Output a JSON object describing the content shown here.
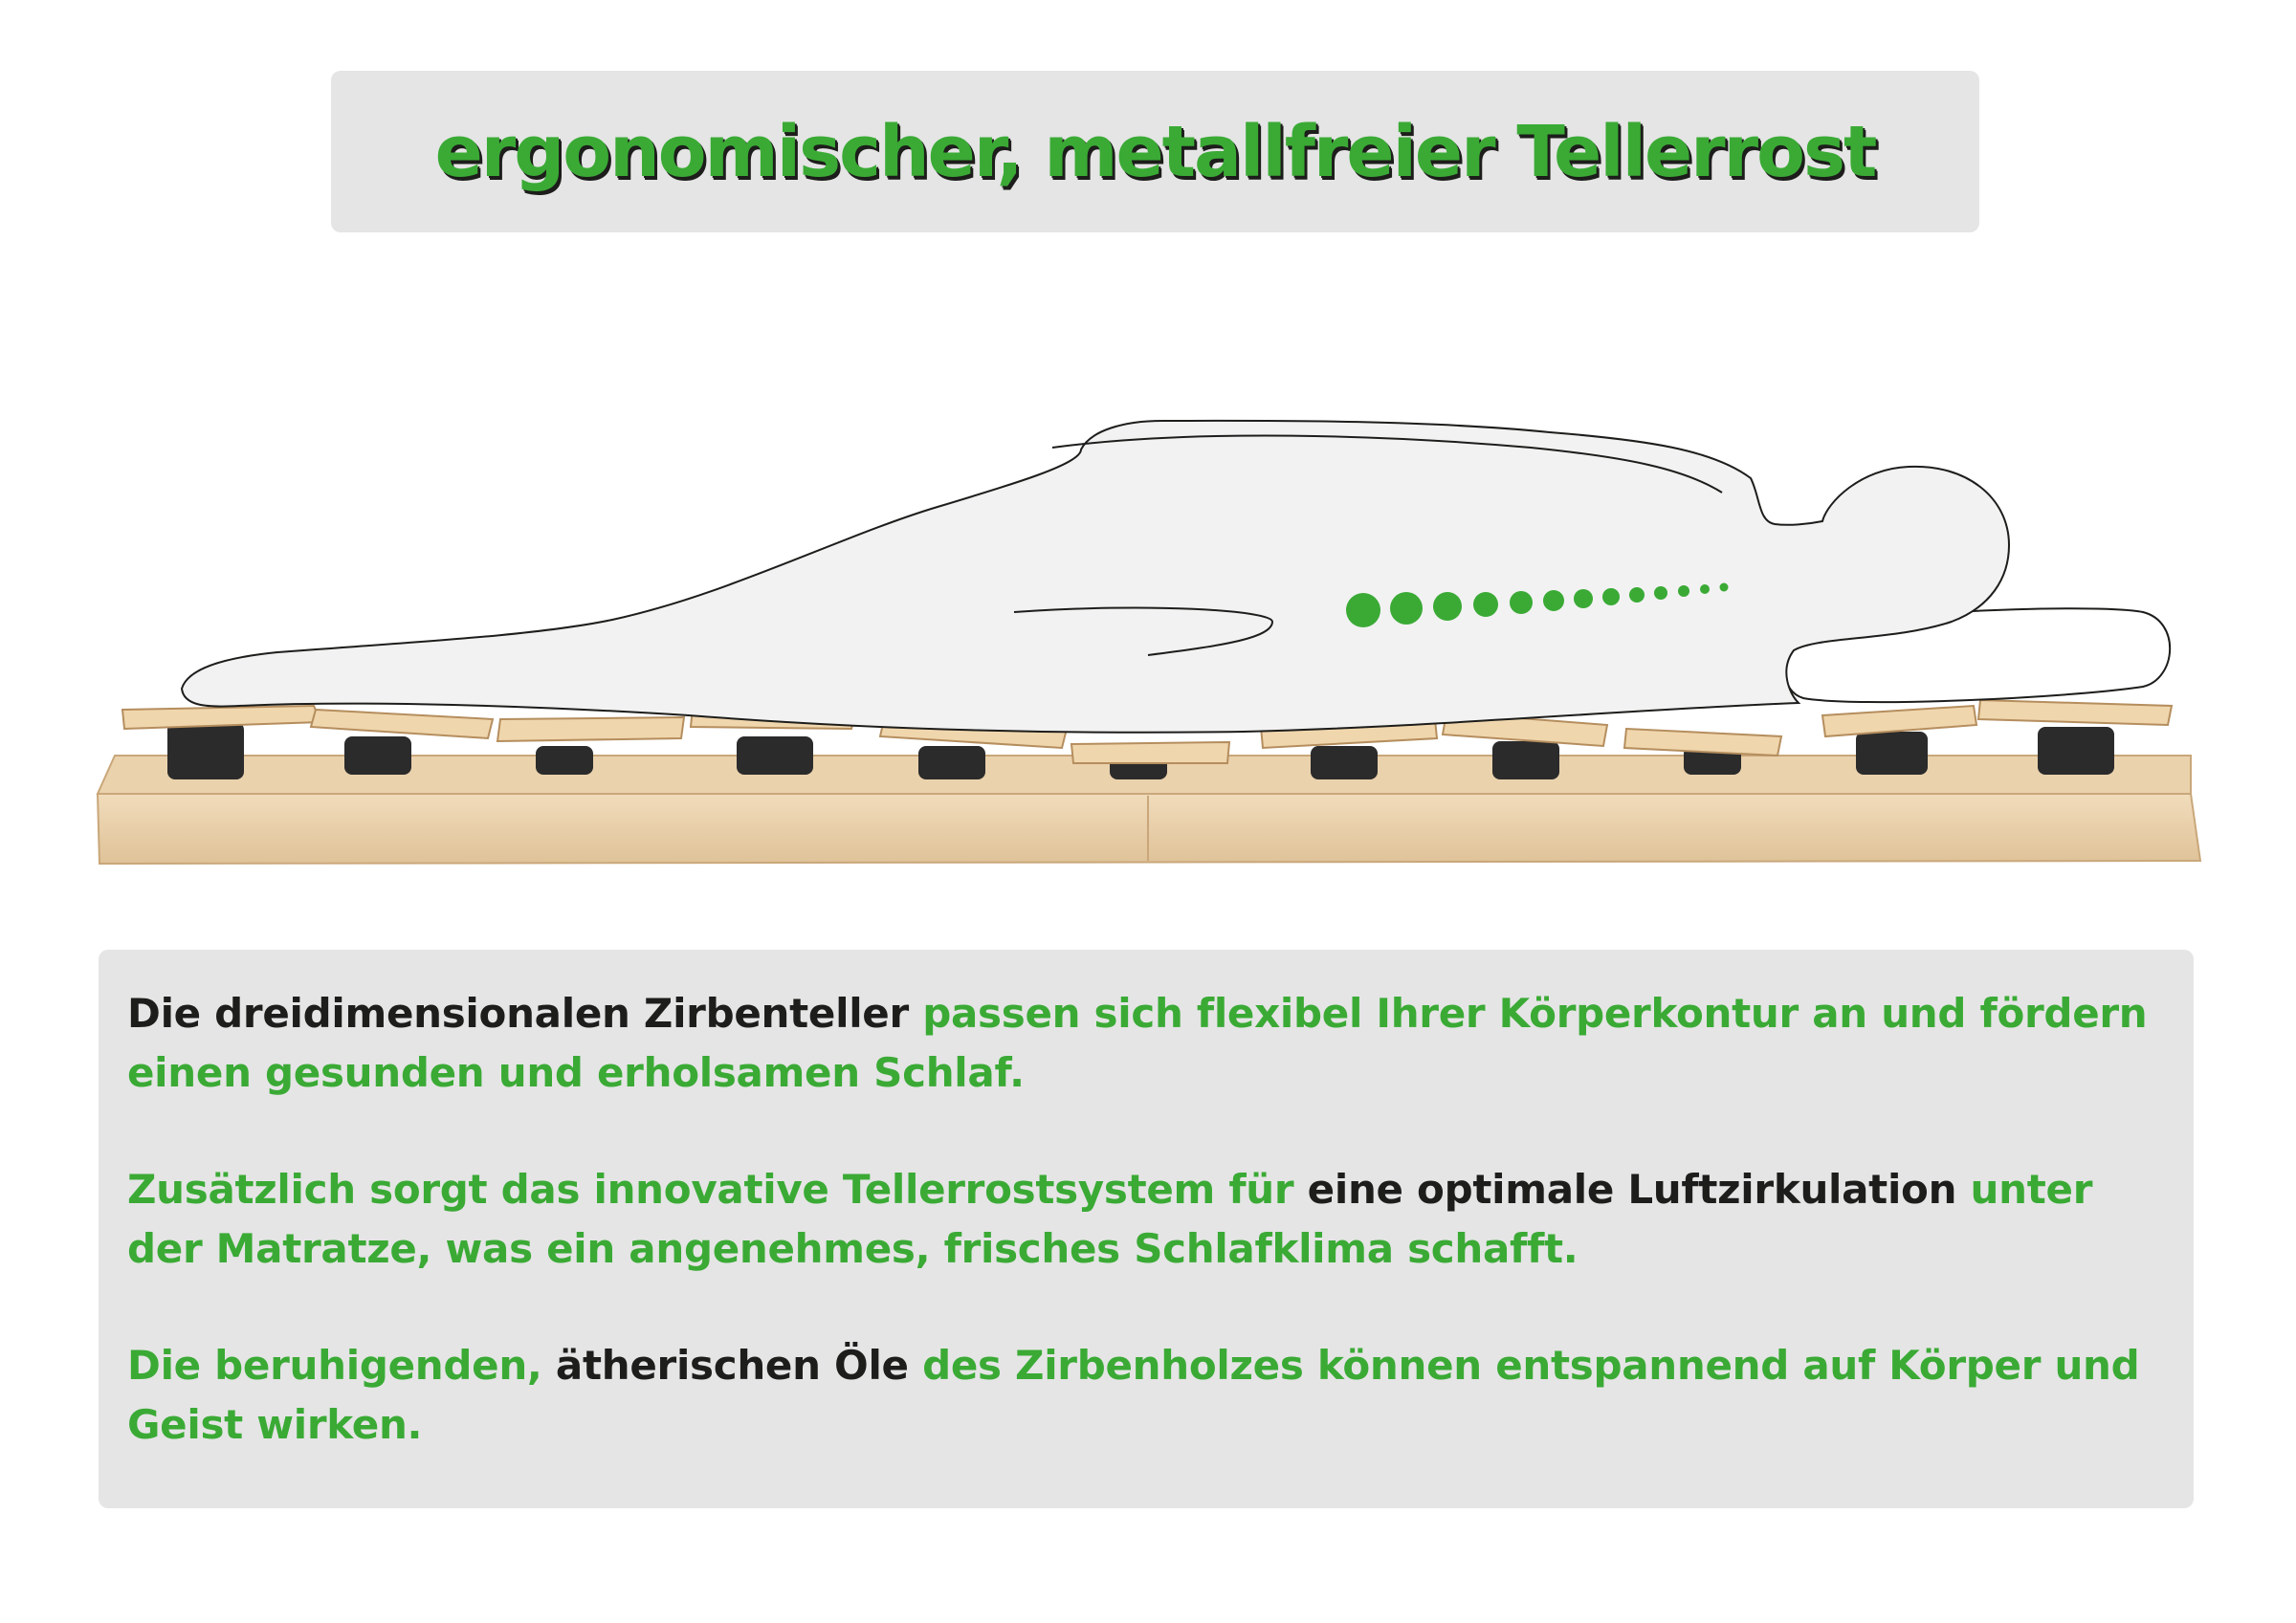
{
  "title": "ergonomischer, metallfreier Tellerrost",
  "colors": {
    "accent_green": "#3aaa35",
    "dark_text": "#1d1d1b",
    "panel_gray": "#e5e5e5",
    "wood": "#e9cfa8"
  },
  "paragraphs": [
    {
      "dark": "Die dreidimensionalen Zirbenteller",
      "green": "passen sich flexibel Ihrer Körperkontur an und fördern einen gesunden und erholsamen Schlaf."
    },
    {
      "green_1": "Zusätzlich sorgt das innovative Tellerrostsystem für",
      "dark": "eine optimale Luftzirkulation",
      "green_2": "unter der Matratze, was ein angenehmes, frisches Schlafklima schafft."
    },
    {
      "green_1": "Die beruhigenden,",
      "dark": "ätherischen Öle",
      "green_2": "des Zirbenholzes können entspannend auf Körper und Geist wirken."
    }
  ]
}
